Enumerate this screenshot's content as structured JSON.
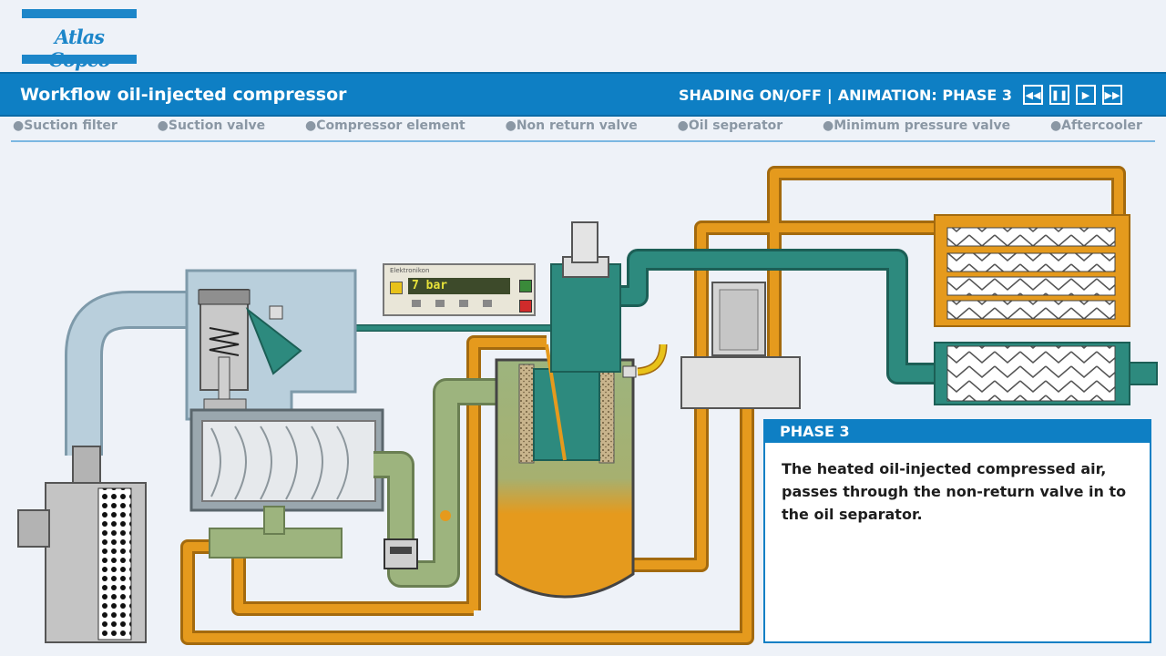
{
  "brand": {
    "name": "Atlas Copco",
    "color": "#1c86c9"
  },
  "header": {
    "title": "Workflow oil-injected compressor",
    "shading_toggle": "SHADING ON/OFF",
    "separator": "|",
    "animation_label": "ANIMATION: PHASE 3",
    "buttons": [
      {
        "icon": "rewind-icon",
        "glyph": "◀◀"
      },
      {
        "icon": "pause-icon",
        "glyph": "❚❚"
      },
      {
        "icon": "play-icon",
        "glyph": "▶"
      },
      {
        "icon": "fast-forward-icon",
        "glyph": "▶▶"
      }
    ]
  },
  "components": [
    "●Suction filter",
    "●Suction valve",
    "●Compressor element",
    "●Non return valve",
    "●Oil seperator",
    "●Minimum pressure valve",
    "●Aftercooler"
  ],
  "controller": {
    "model": "Elektronikon",
    "display": "7  bar"
  },
  "phase": {
    "heading": "PHASE 3",
    "text": "The heated oil-injected compressed air, passes through the non-return valve in to the oil separator."
  },
  "colors": {
    "header_blue": "#0e7fc4",
    "air_light": "#b9cfdc",
    "air_hot_oil": "#9db47e",
    "compressed_air": "#2d8a7e",
    "oil": "#e59a1d"
  }
}
